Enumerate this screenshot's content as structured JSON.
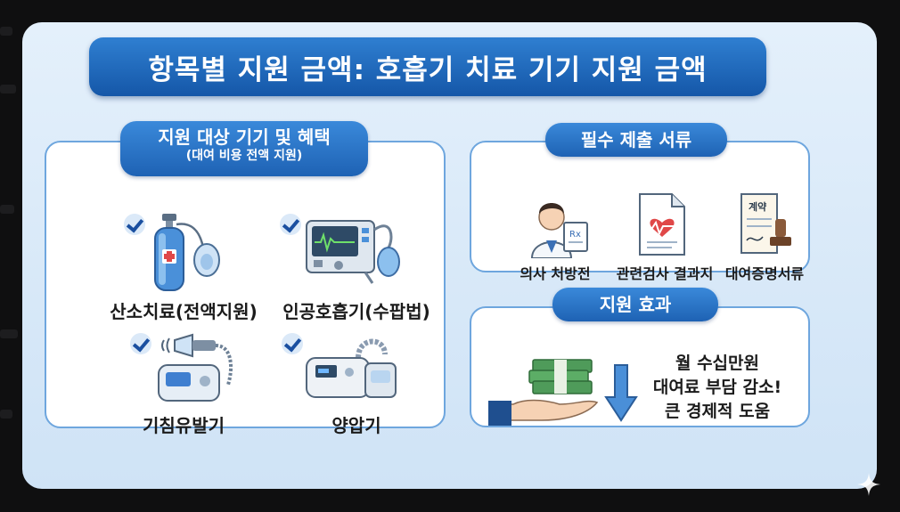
{
  "title": "항목별 지원 금액: 호흡기 치료 기기 지원 금액",
  "devices_panel": {
    "header": "지원 대상 기기 및 혜택",
    "subheader": "(대여 비용 전액 지원)",
    "items": [
      {
        "label": "산소치료(전액지원)",
        "icon": "oxygen-tank-icon"
      },
      {
        "label": "인공호흡기(수팝법)",
        "icon": "ventilator-icon"
      },
      {
        "label": "기침유발기",
        "icon": "cough-assist-icon"
      },
      {
        "label": "양압기",
        "icon": "cpap-icon"
      }
    ]
  },
  "docs_panel": {
    "header": "필수 제출 서류",
    "stamp_text": "계약",
    "items": [
      {
        "label": "의사 처방전",
        "icon": "doctor-prescription-icon"
      },
      {
        "label": "관련검사 결과지",
        "icon": "test-result-icon"
      },
      {
        "label": "대여증명서류",
        "icon": "contract-document-icon"
      }
    ]
  },
  "effect_panel": {
    "header": "지원 효과",
    "lines": [
      "월 수십만원",
      "대여료 부담 감소!",
      "큰 경제적 도움"
    ]
  },
  "colors": {
    "banner": "#1e62b4",
    "panel_border": "#6ea6de",
    "background": "#dbe9f8",
    "check": "#1a4fa0"
  }
}
